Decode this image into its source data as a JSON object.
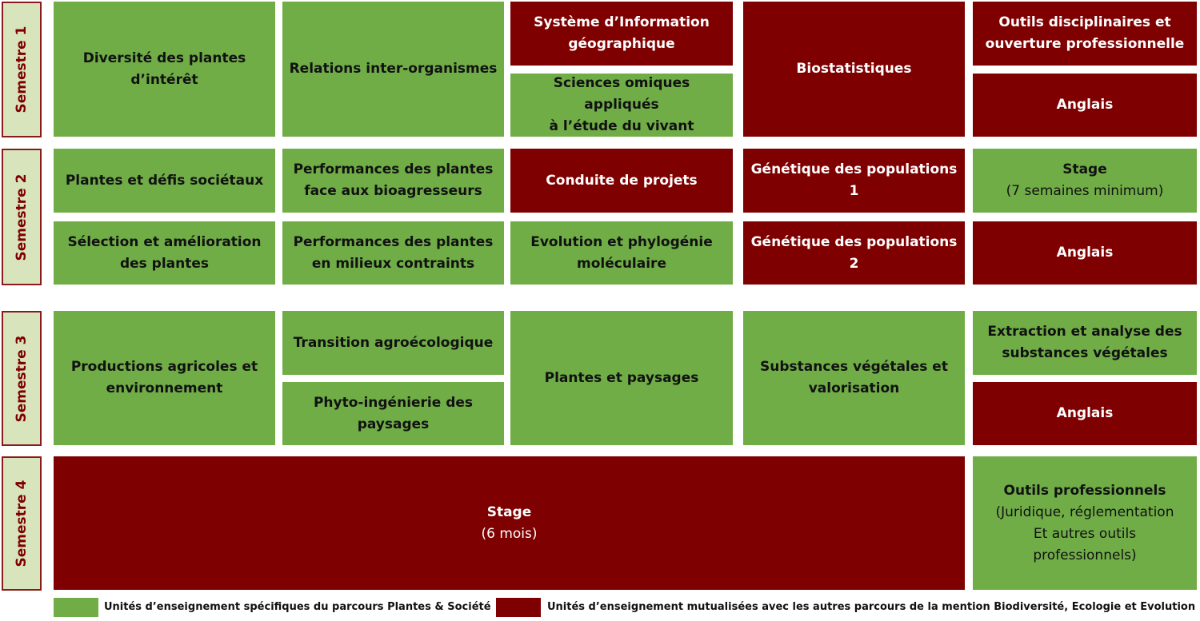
{
  "colors": {
    "specific": "#70ad47",
    "shared": "#7f0000",
    "semester_bg": "#d8e4bc"
  },
  "semesters": [
    "Semestre 1",
    "Semestre 2",
    "Semestre 3",
    "Semestre 4"
  ],
  "s1": {
    "c1": "Diversité des plantes\nd’intérêt",
    "c2": "Relations inter-organismes",
    "c3a": "Système d’Information\ngéographique",
    "c3b": "Sciences omiques appliqués\nà l’étude du vivant",
    "c4": "Biostatistiques",
    "c5a": "Outils disciplinaires et\nouverture professionnelle",
    "c5b": "Anglais"
  },
  "s2": {
    "a1": "Plantes et défis sociétaux",
    "a2": "Performances des plantes\nface aux bioagresseurs",
    "a3": "Conduite de projets",
    "a4": "Génétique des populations\n1",
    "a5": "Stage",
    "a5_sub": "(7 semaines minimum)",
    "b1": "Sélection et amélioration\ndes plantes",
    "b2": "Performances des plantes\nen milieux contraints",
    "b3": "Evolution et phylogénie\nmoléculaire",
    "b4": "Génétique des populations\n2",
    "b5": "Anglais"
  },
  "s3": {
    "c1": "Productions agricoles et\nenvironnement",
    "c2a": "Transition agroécologique",
    "c2b": "Phyto-ingénierie des\npaysages",
    "c3": "Plantes et paysages",
    "c4": "Substances végétales et\nvalorisation",
    "c5a": "Extraction et analyse des\nsubstances végétales",
    "c5b": "Anglais"
  },
  "s4": {
    "stage": "Stage",
    "stage_sub": "(6 mois)",
    "outils": "Outils professionnels",
    "outils_sub": "(Juridique, réglementation\nEt autres outils\nprofessionnels)"
  },
  "legend": {
    "specific": "Unités d’enseignement spécifiques du parcours Plantes & Société",
    "shared": "Unités d’enseignement mutualisées avec les autres parcours de la mention Biodiversité, Ecologie et Evolution"
  }
}
